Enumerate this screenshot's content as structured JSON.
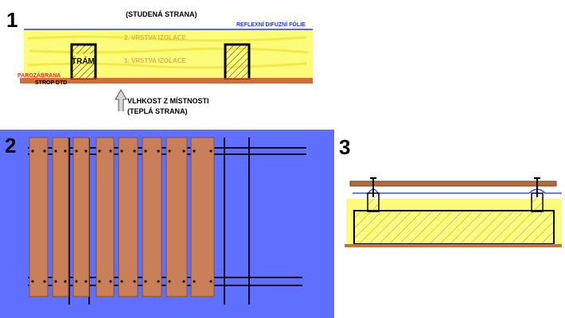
{
  "section1": {
    "number": "1",
    "cold_side": "(STUDENÁ STRANA)",
    "foil": "REFLEXNÍ DIFUZNÍ FÓLIE",
    "layer2": "2. VRSTVA IZOLACE",
    "layer1": "1. VRSTVA IZOLACE",
    "beam": "TRÁM",
    "vapor_barrier": "PAROZÁBRANA",
    "ceiling": "STROP DTD",
    "moisture_line1": "VLHKOST Z MÍSTNOSTI",
    "moisture_line2": "(TEPLÁ STRANA)",
    "colors": {
      "insulation": "#fdfb7a",
      "foil": "#2b3ad4",
      "vapor_barrier": "#e0302a",
      "board": "#c8703e",
      "layer_text": "#d8b44a"
    }
  },
  "section2": {
    "number": "2",
    "colors": {
      "background": "#5f6fff",
      "plank": "#c98058",
      "line": "#0a0a1e"
    }
  },
  "section3": {
    "number": "3",
    "colors": {
      "plank": "#b26c3e",
      "foil": "#3a52e6",
      "insulation": "#fdfb7a",
      "beam_outline": "#000000"
    }
  }
}
